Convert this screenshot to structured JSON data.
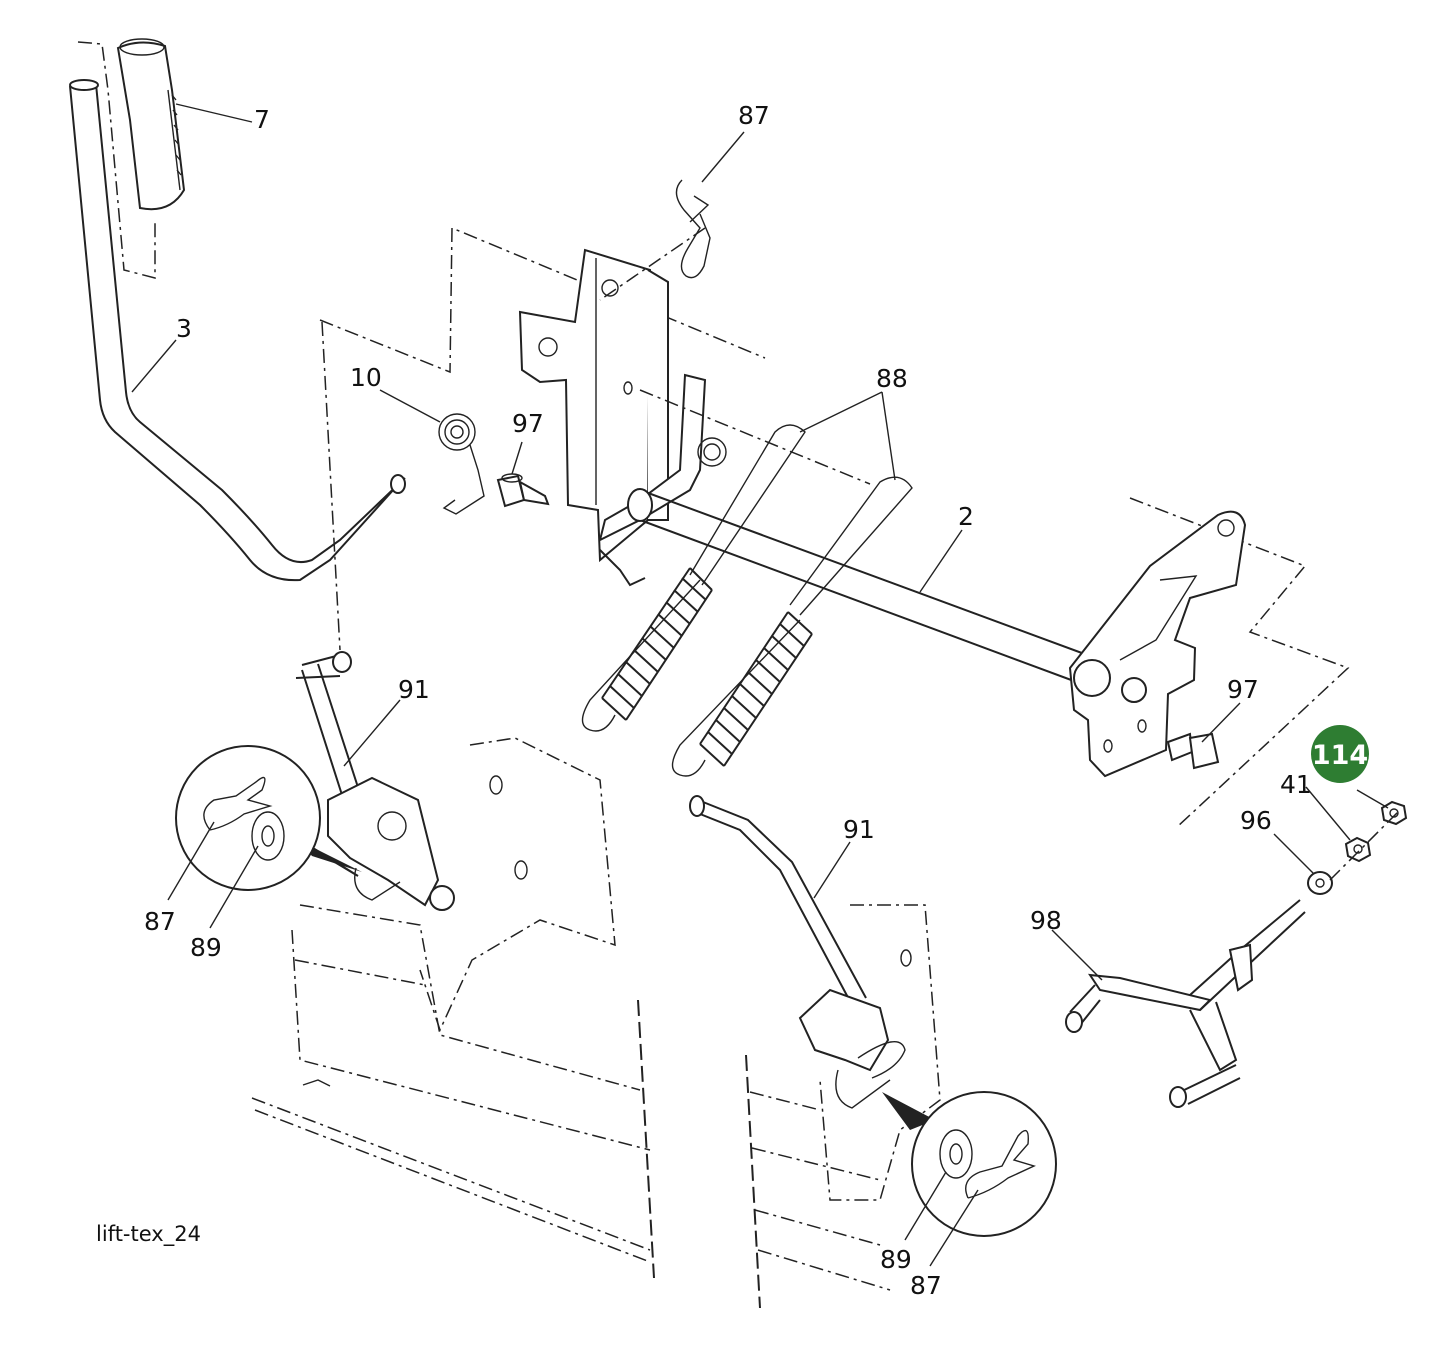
{
  "diagram": {
    "caption": "lift-tex_24",
    "highlight_color": "#2e7d32",
    "highlight_text_color": "#ffffff",
    "callouts": {
      "c7": "7",
      "c87_top": "87",
      "c3": "3",
      "c10": "10",
      "c97_left": "97",
      "c88": "88",
      "c2": "2",
      "c97_right": "97",
      "c114": "114",
      "c41": "41",
      "c96": "96",
      "c91_left": "91",
      "c87_left": "87",
      "c89_left": "89",
      "c91_right": "91",
      "c98": "98",
      "c89_right": "89",
      "c87_right": "87"
    }
  }
}
